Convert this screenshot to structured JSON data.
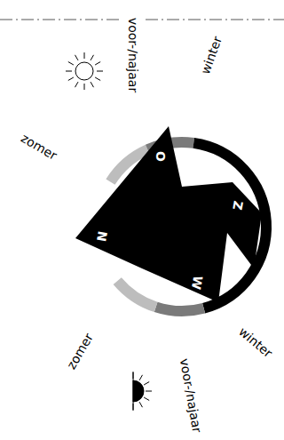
{
  "diagram": {
    "labels": [
      "voor-/najaar",
      "winter",
      "zomer",
      "O",
      "Z",
      "N",
      "W",
      "zomer",
      "voor-/najaar",
      "winter"
    ]
  }
}
